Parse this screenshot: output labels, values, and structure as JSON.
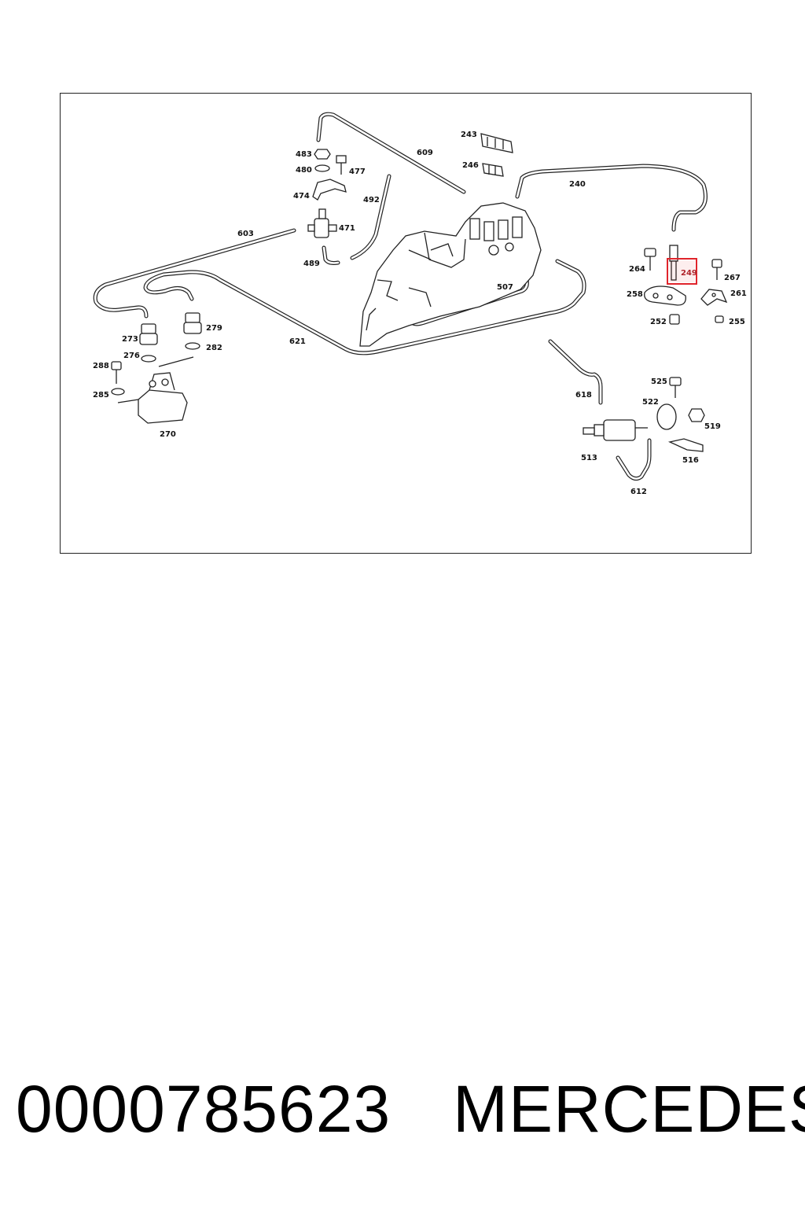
{
  "diagram": {
    "callouts": {
      "c240": "240",
      "c243": "243",
      "c246": "246",
      "c249": "249",
      "c252": "252",
      "c255": "255",
      "c258": "258",
      "c261": "261",
      "c264": "264",
      "c267": "267",
      "c270": "270",
      "c273": "273",
      "c276": "276",
      "c279": "279",
      "c282": "282",
      "c285": "285",
      "c288": "288",
      "c471": "471",
      "c474": "474",
      "c477": "477",
      "c480": "480",
      "c483": "483",
      "c489": "489",
      "c492": "492",
      "c507": "507",
      "c513": "513",
      "c516": "516",
      "c519": "519",
      "c522": "522",
      "c525": "525",
      "c603": "603",
      "c609": "609",
      "c612": "612",
      "c618": "618",
      "c621": "621"
    },
    "highlighted_callout": "249",
    "highlight_color": "#e0242b"
  },
  "footer": {
    "part_number": "0000785623",
    "brand": "MERCEDES"
  }
}
